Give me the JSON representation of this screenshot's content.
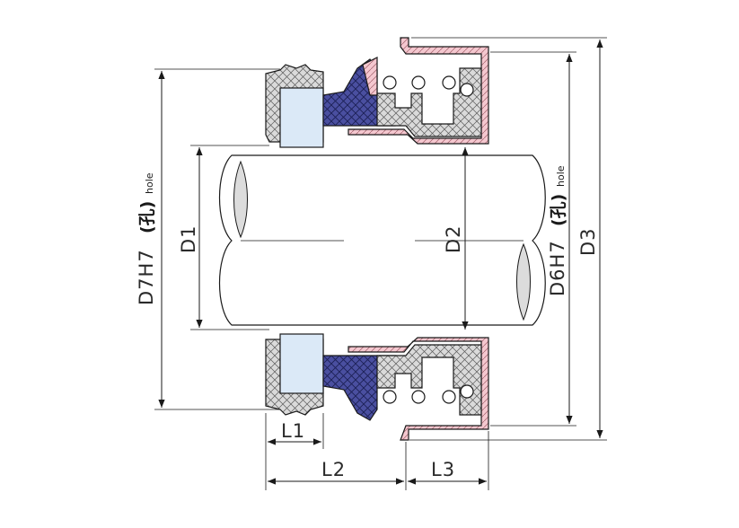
{
  "labels": {
    "d7h7": "D7H7",
    "d7_kong": "(孔)",
    "d7_hole": "hole",
    "d1": "D1",
    "d2": "D2",
    "d6h7": "D6H7",
    "d6_kong": "(孔)",
    "d6_hole": "hole",
    "d3": "D3",
    "l1": "L1",
    "l2": "L2",
    "l3": "L3"
  },
  "colors": {
    "blue_ring": "#dbe9f7",
    "navy_bellow": "#4a4fa0",
    "pink_case": "#f4c7cf",
    "gray_hatch": "#dadada",
    "shaft_cut": "#dcdcdc"
  }
}
